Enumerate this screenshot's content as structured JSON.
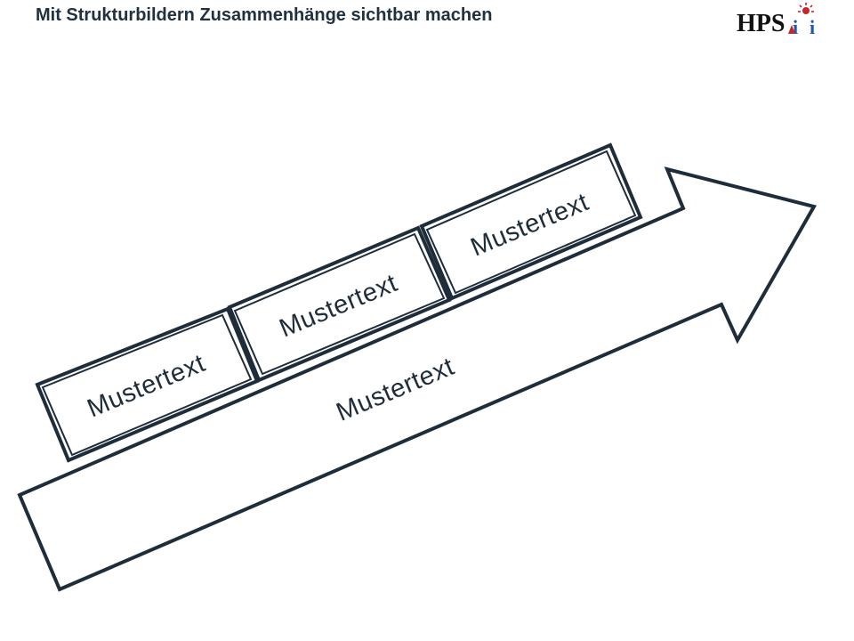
{
  "slide": {
    "title": "Mit Strukturbildern Zusammenhänge sichtbar machen",
    "logo_text": "HPS",
    "logo_mark": "i"
  },
  "diagram": {
    "arrow_label": "Mustertext",
    "boxes": [
      {
        "label": "Mustertext"
      },
      {
        "label": "Mustertext"
      },
      {
        "label": "Mustertext"
      }
    ]
  },
  "colors": {
    "stroke": "#1f2d3a",
    "title": "#22313f",
    "logo_red": "#c0282d",
    "logo_blue": "#1f5aa6"
  }
}
